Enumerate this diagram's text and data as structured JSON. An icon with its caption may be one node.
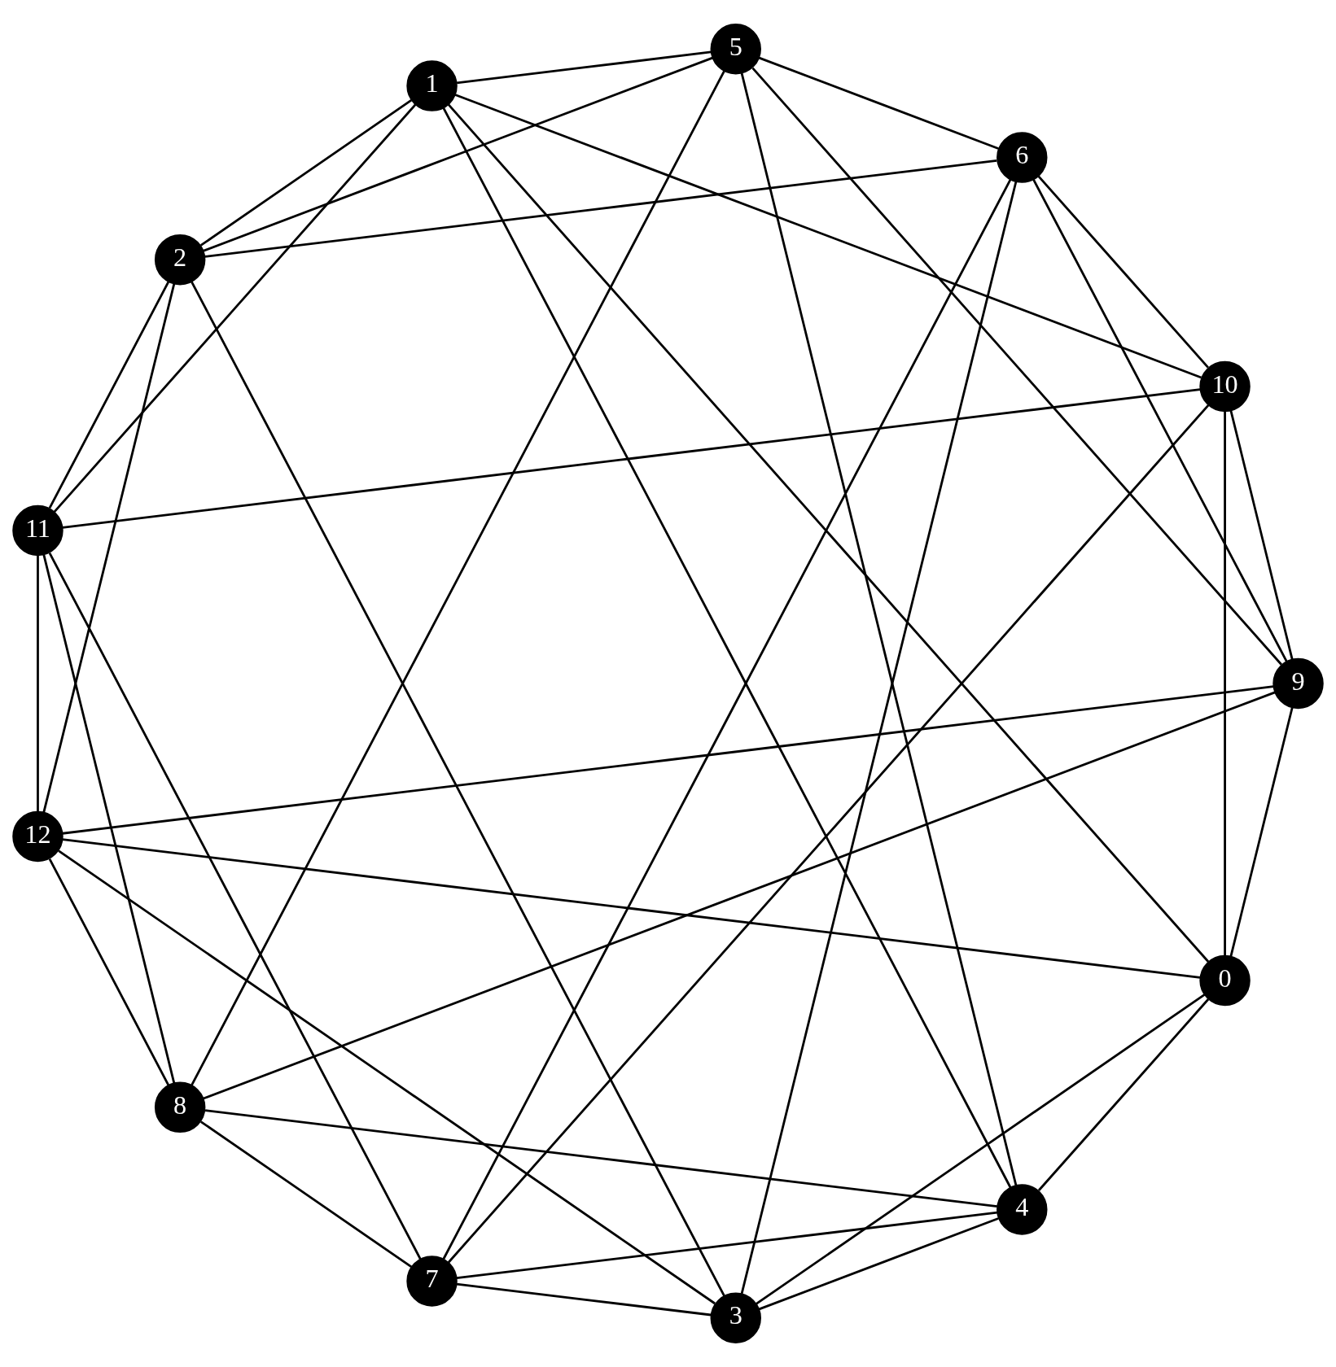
{
  "diagram": {
    "nodes": [
      {
        "text": [
          "0"
        ]
      },
      {
        "text": [
          "1"
        ]
      },
      {
        "text": [
          "2"
        ]
      },
      {
        "text": [
          "3"
        ]
      },
      {
        "text": [
          "4"
        ]
      },
      {
        "text": [
          "5"
        ]
      },
      {
        "text": [
          "6"
        ]
      },
      {
        "text": [
          "7"
        ]
      },
      {
        "text": [
          "8"
        ]
      },
      {
        "text": [
          "9"
        ]
      },
      {
        "text": [
          "10"
        ]
      },
      {
        "text": [
          "11"
        ]
      },
      {
        "text": [
          "12"
        ]
      }
    ],
    "edges": [
      {
        "from": 0,
        "to": 1,
        "arrow": "none"
      },
      {
        "from": 1,
        "to": 2,
        "arrow": "none"
      },
      {
        "from": 2,
        "to": 3,
        "arrow": "none"
      },
      {
        "from": 3,
        "to": 4,
        "arrow": "none"
      },
      {
        "from": 4,
        "to": 5,
        "arrow": "none"
      },
      {
        "from": 5,
        "to": 6,
        "arrow": "none"
      },
      {
        "from": 6,
        "to": 7,
        "arrow": "none"
      },
      {
        "from": 7,
        "to": 8,
        "arrow": "none"
      },
      {
        "from": 8,
        "to": 9,
        "arrow": "none"
      },
      {
        "from": 9,
        "to": 10,
        "arrow": "none"
      },
      {
        "from": 10,
        "to": 11,
        "arrow": "none"
      },
      {
        "from": 11,
        "to": 12,
        "arrow": "none"
      },
      {
        "from": 0,
        "to": 12,
        "arrow": "none"
      },
      {
        "from": 0,
        "to": 3,
        "arrow": "none"
      },
      {
        "from": 0,
        "to": 4,
        "arrow": "none"
      },
      {
        "from": 0,
        "to": 9,
        "arrow": "none"
      },
      {
        "from": 0,
        "to": 10,
        "arrow": "none"
      },
      {
        "from": 1,
        "to": 4,
        "arrow": "none"
      },
      {
        "from": 1,
        "to": 5,
        "arrow": "none"
      },
      {
        "from": 1,
        "to": 10,
        "arrow": "none"
      },
      {
        "from": 1,
        "to": 11,
        "arrow": "none"
      },
      {
        "from": 2,
        "to": 5,
        "arrow": "none"
      },
      {
        "from": 2,
        "to": 6,
        "arrow": "none"
      },
      {
        "from": 2,
        "to": 11,
        "arrow": "none"
      },
      {
        "from": 2,
        "to": 12,
        "arrow": "none"
      },
      {
        "from": 3,
        "to": 6,
        "arrow": "none"
      },
      {
        "from": 3,
        "to": 7,
        "arrow": "none"
      },
      {
        "from": 3,
        "to": 12,
        "arrow": "none"
      },
      {
        "from": 4,
        "to": 7,
        "arrow": "none"
      },
      {
        "from": 4,
        "to": 8,
        "arrow": "none"
      },
      {
        "from": 5,
        "to": 8,
        "arrow": "none"
      },
      {
        "from": 5,
        "to": 9,
        "arrow": "none"
      },
      {
        "from": 6,
        "to": 9,
        "arrow": "none"
      },
      {
        "from": 6,
        "to": 10,
        "arrow": "none"
      },
      {
        "from": 7,
        "to": 10,
        "arrow": "none"
      },
      {
        "from": 7,
        "to": 11,
        "arrow": "none"
      },
      {
        "from": 8,
        "to": 11,
        "arrow": "none"
      },
      {
        "from": 8,
        "to": 12,
        "arrow": "none"
      },
      {
        "from": 9,
        "to": 12,
        "arrow": "none"
      }
    ]
  }
}
